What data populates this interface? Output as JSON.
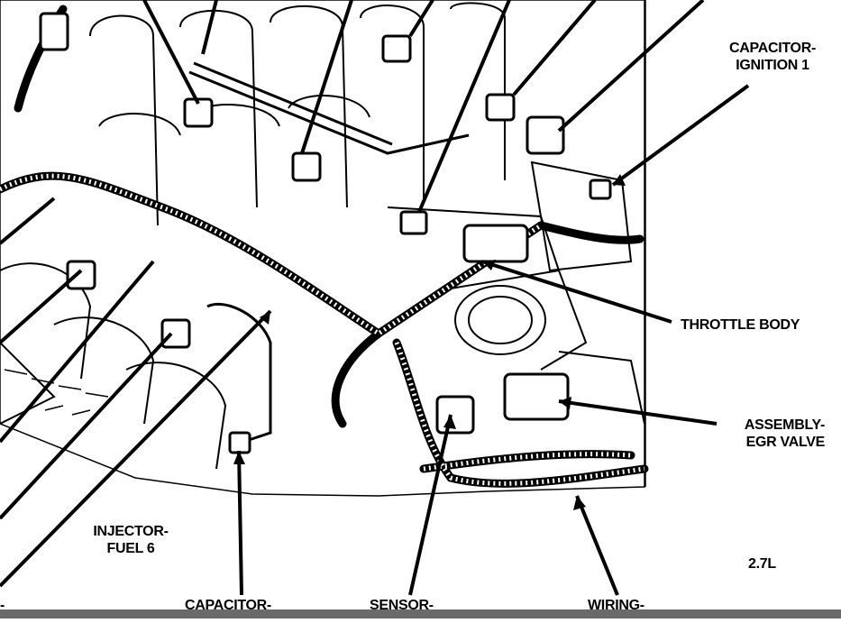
{
  "labels": {
    "capacitor_ignition_1": {
      "line1": "CAPACITOR-",
      "line2": "IGNITION 1"
    },
    "throttle_body": "THROTTLE BODY",
    "assembly_egr_valve": {
      "line1": "ASSEMBLY-",
      "line2": "EGR VALVE"
    },
    "injector_fuel_6": {
      "line1": "INJECTOR-",
      "line2": "FUEL 6"
    },
    "engine_code": "2.7L",
    "bottom_capacitor": "CAPACITOR-",
    "bottom_sensor": "SENSOR-",
    "bottom_wiring": "WIRING-",
    "bottom_left_fragment": "-"
  }
}
